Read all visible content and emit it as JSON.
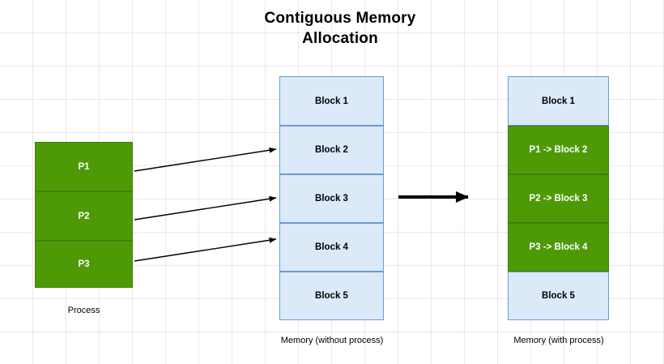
{
  "title": "Contiguous Memory\nAllocation",
  "title_line1": "Contiguous Memory",
  "title_line2": "Allocation",
  "colors": {
    "process_fill": "#4e9a06",
    "process_stroke": "#3f7f05",
    "memory_fill": "#dce9f9",
    "memory_stroke": "#6b9bd2",
    "grid": "#e8e8e8",
    "text": "#000000",
    "arrow": "#000000"
  },
  "process_column": {
    "caption": "Process",
    "blocks": [
      {
        "label": "P1"
      },
      {
        "label": "P2"
      },
      {
        "label": "P3"
      }
    ]
  },
  "memory_without": {
    "caption": "Memory (without process)",
    "blocks": [
      {
        "label": "Block 1",
        "filled": false
      },
      {
        "label": "Block 2",
        "filled": false
      },
      {
        "label": "Block 3",
        "filled": false
      },
      {
        "label": "Block 4",
        "filled": false
      },
      {
        "label": "Block 5",
        "filled": false
      }
    ]
  },
  "memory_with": {
    "caption": "Memory (with process)",
    "blocks": [
      {
        "label": "Block 1",
        "filled": false
      },
      {
        "label": "P1 -> Block 2",
        "filled": true
      },
      {
        "label": "P2 -> Block 3",
        "filled": true
      },
      {
        "label": "P3 -> Block 4",
        "filled": true
      },
      {
        "label": "Block 5",
        "filled": false
      }
    ]
  },
  "connectors": [
    {
      "from": "P1",
      "to": "Block 2"
    },
    {
      "from": "P2",
      "to": "Block 3"
    },
    {
      "from": "P3",
      "to": "Block 4"
    }
  ],
  "transition_arrow": {
    "name": "transform-arrow"
  }
}
